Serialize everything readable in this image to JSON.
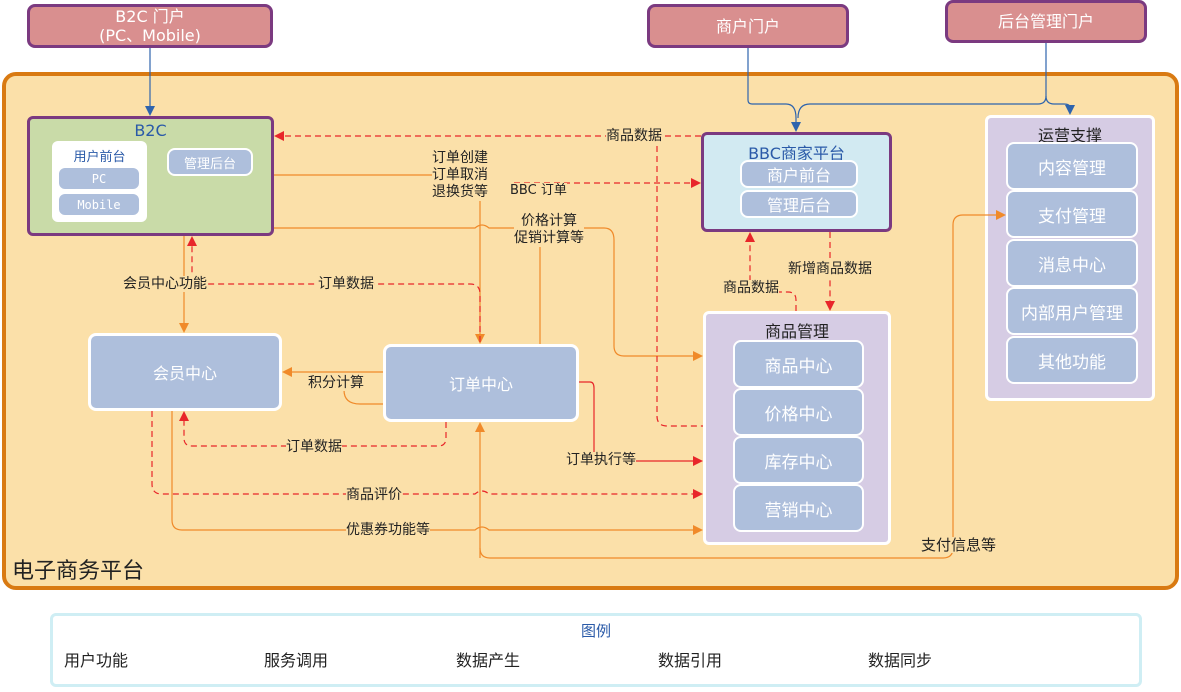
{
  "portals": {
    "b2c_line1": "B2C 门户",
    "b2c_line2": "(PC、Mobile)",
    "merchant": "商户门户",
    "admin": "后台管理门户"
  },
  "platform": {
    "label": "电子商务平台"
  },
  "b2c": {
    "title": "B2C",
    "frontend": "用户前台",
    "pc": "PC",
    "mobile": "Mobile",
    "backend": "管理后台"
  },
  "bbc": {
    "title": "BBC商家平台",
    "frontend": "商户前台",
    "backend": "管理后台"
  },
  "member_center": "会员中心",
  "order_center": "订单中心",
  "product_mgmt": {
    "title": "商品管理",
    "items": [
      "商品中心",
      "价格中心",
      "库存中心",
      "营销中心"
    ]
  },
  "ops_support": {
    "title": "运营支撑",
    "items": [
      "内容管理",
      "支付管理",
      "消息中心",
      "内部用户管理",
      "其他功能"
    ]
  },
  "labels": {
    "product_data_top": "商品数据",
    "order_ops_1": "订单创建",
    "order_ops_2": "订单取消",
    "order_ops_3": "退换货等",
    "bbc_order": "BBC 订单",
    "price_calc_1": "价格计算",
    "price_calc_2": "促销计算等",
    "member_func": "会员中心功能",
    "order_data_top": "订单数据",
    "new_product_data": "新增商品数据",
    "product_data_mid": "商品数据",
    "points_calc": "积分计算",
    "order_data_bottom": "订单数据",
    "order_exec": "订单执行等",
    "product_review": "商品评价",
    "coupon_func": "优惠券功能等",
    "payment_info": "支付信息等"
  },
  "legend": {
    "title": "图例",
    "items": [
      {
        "label": "用户功能",
        "color": "#2e64ad"
      },
      {
        "label": "服务调用",
        "color": "#f08a2a"
      },
      {
        "label": "数据产生",
        "color": "#8b6bb5"
      },
      {
        "label": "数据引用",
        "color": "#8b6bb5"
      },
      {
        "label": "数据同步",
        "color": "#e8262a"
      }
    ]
  }
}
